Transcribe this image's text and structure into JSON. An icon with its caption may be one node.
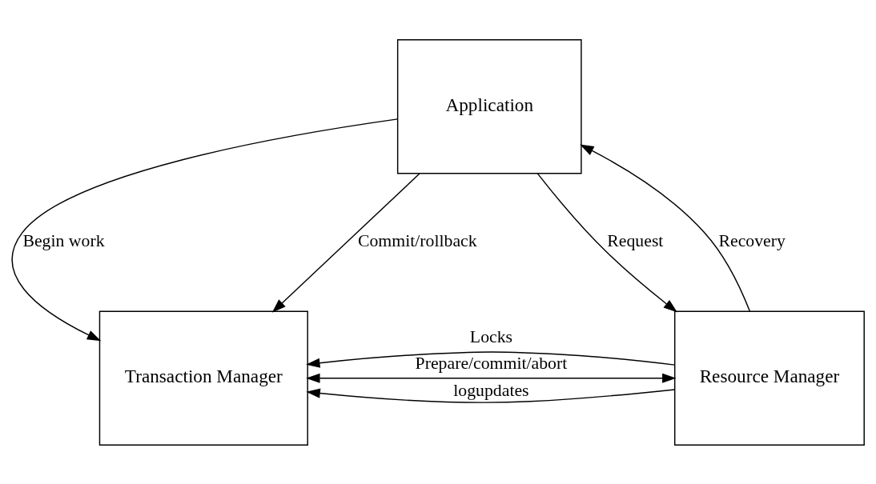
{
  "diagram": {
    "nodes": [
      {
        "text": [
          "Application"
        ]
      },
      {
        "text": [
          "Transaction Manager"
        ]
      },
      {
        "text": [
          "Resource Manager"
        ]
      }
    ],
    "edges": [
      {
        "from": 0,
        "to": 1,
        "arrow": "to",
        "label": "Begin work"
      },
      {
        "from": 0,
        "to": 1,
        "arrow": "to",
        "label": "Commit/rollback"
      },
      {
        "from": 0,
        "to": 2,
        "arrow": "to",
        "label": "Request"
      },
      {
        "from": 2,
        "to": 0,
        "arrow": "to",
        "label": "Recovery"
      },
      {
        "from": 2,
        "to": 1,
        "arrow": "to",
        "label": "Locks"
      },
      {
        "from": 2,
        "to": 1,
        "arrow": "to",
        "label": "logupdates"
      },
      {
        "from": 1,
        "to": 2,
        "arrow": "both",
        "label": "Prepare/commit/abort"
      }
    ]
  }
}
